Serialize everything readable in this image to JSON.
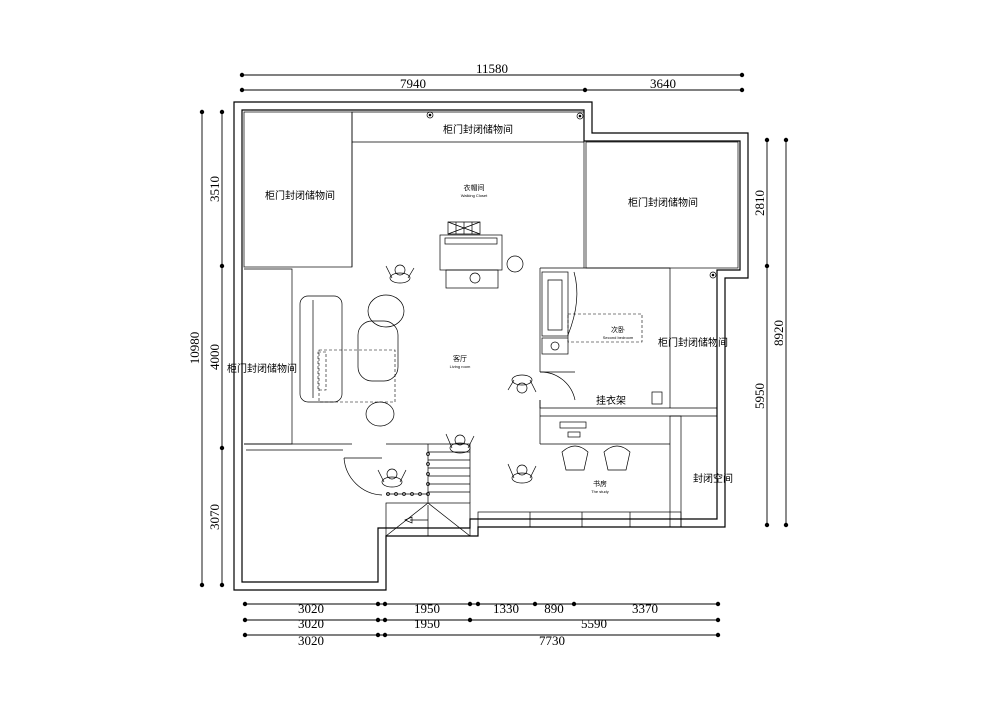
{
  "dimensions": {
    "top_total": "11580",
    "top_left": "7940",
    "top_right": "3640",
    "left_total": "10980",
    "left_top": "3510",
    "left_mid": "4000",
    "left_bottom": "3070",
    "right_total": "8920",
    "right_top": "2810",
    "right_bottom": "5950",
    "bottom_row1": [
      "3020",
      "1950",
      "1330",
      "890",
      "3370"
    ],
    "bottom_row2": [
      "3020",
      "1950",
      "5590"
    ],
    "bottom_row3": [
      "3020",
      "7730"
    ]
  },
  "rooms": {
    "storage_top": "柜门封闭储物间",
    "storage_top_left": "柜门封闭储物间",
    "storage_top_right": "柜门封闭储物间",
    "storage_left": "柜门封闭储物间",
    "storage_right": "柜门封闭储物间",
    "walkin_cn": "衣帽间",
    "walkin_en": "Walking Closet",
    "living_cn": "客厅",
    "living_en": "Living room",
    "bedroom_cn": "次卧",
    "bedroom_en": "Second bedroom",
    "study_cn": "书房",
    "study_en": "The study",
    "closed_space": "封闭空间",
    "coat_rack": "挂衣架"
  }
}
